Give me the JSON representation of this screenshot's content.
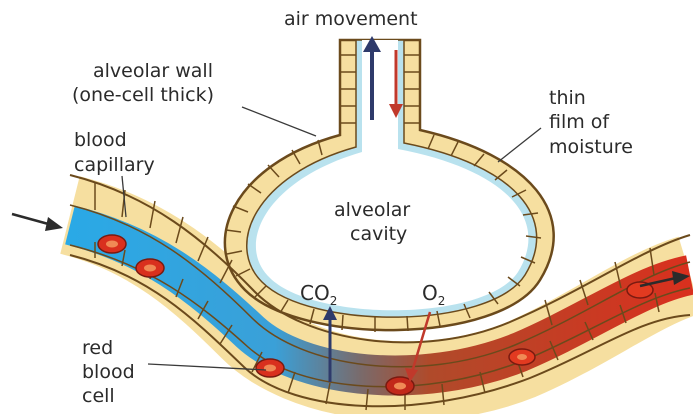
{
  "labels": {
    "air_movement": "air movement",
    "alveolar_wall_1": "alveolar wall",
    "alveolar_wall_2": "(one-cell thick)",
    "thin_1": "thin",
    "thin_2": "film of",
    "thin_3": "moisture",
    "blood_1": "blood",
    "blood_2": "capillary",
    "cavity_1": "alveolar",
    "cavity_2": "cavity",
    "co2_main": "CO",
    "co2_sub": "2",
    "o2_main": "O",
    "o2_sub": "2",
    "rbc_1": "red",
    "rbc_2": "blood",
    "rbc_3": "cell"
  },
  "colors": {
    "cell_fill": "#f6dfa0",
    "cell_stroke": "#6b4a1c",
    "moisture": "#b9e2ee",
    "cavity": "#ffffff",
    "deoxygenated_blood": "#2aa9e6",
    "oxygenated_blood": "#d9301e",
    "arrow_up": "#2e3a6b",
    "arrow_down": "#c0392b",
    "label_line": "#3a3a3a"
  }
}
